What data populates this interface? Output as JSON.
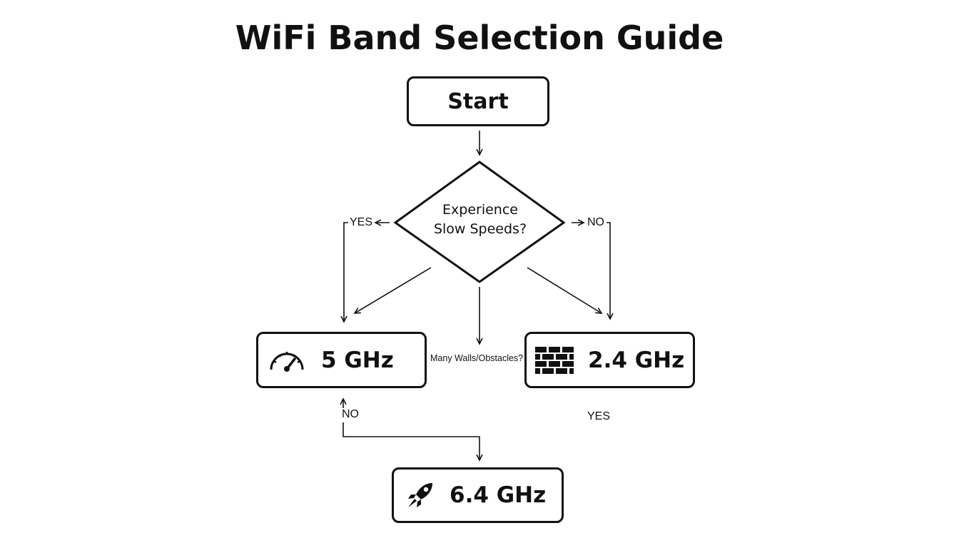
{
  "title": "WiFi Band Selection Guide",
  "nodes": {
    "start": {
      "label": "Start"
    },
    "decision": {
      "line1": "Experience",
      "line2": "Slow Speeds?"
    },
    "ghz5": {
      "label": "5 GHz",
      "icon": "speedometer-icon"
    },
    "ghz24": {
      "label": "2.4 GHz",
      "icon": "brick-wall-icon"
    },
    "ghz64": {
      "label": "6.4 GHz",
      "icon": "rocket-icon"
    }
  },
  "labels": {
    "yes_left": "YES",
    "no_right": "NO",
    "many_walls": "Many Walls/Obstacles?",
    "no_bottom": "NO",
    "yes_bottom": "YES"
  }
}
